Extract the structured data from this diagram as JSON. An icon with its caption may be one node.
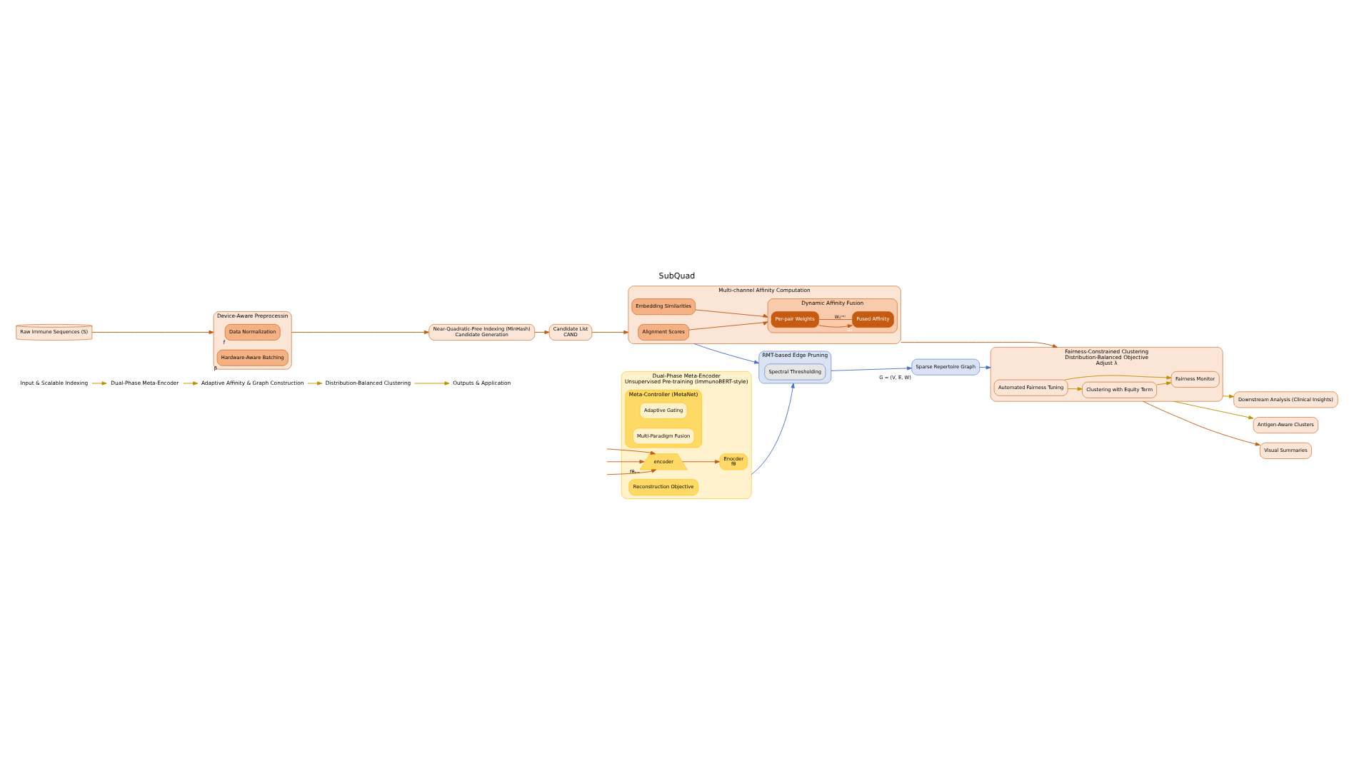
{
  "diagram": {
    "title": "SubQuad",
    "nodes": [
      {
        "text": [
          "Input & Scalable Indexing"
        ]
      },
      {
        "text": [
          "Dual-Phase Meta-Encoder"
        ]
      },
      {
        "text": [
          "Adaptive Affinity & Graph Construction"
        ]
      },
      {
        "text": [
          "Distribution-Balanced Clustering"
        ]
      },
      {
        "text": [
          "Outputs & Application"
        ]
      },
      {
        "text": [
          "Raw Immune Sequences (S)"
        ]
      },
      {
        "text": [
          "Device-Aware Preprocessin"
        ]
      },
      {
        "text": [
          "Data Normalization"
        ],
        "in": 6,
        "beside": [
          "f̂"
        ]
      },
      {
        "text": [
          "Hardware-Aware Batching"
        ],
        "in": 6,
        "beside": [
          "β"
        ]
      },
      {
        "text": [
          "Near-Quadratic-Free Indexing (MinHash)",
          "Candidate Generation"
        ]
      },
      {
        "text": [
          "Candidate List",
          "CAND"
        ]
      },
      {
        "text": [
          "Multi-channel Affinity Computation"
        ]
      },
      {
        "text": [
          "Alignment Scores"
        ],
        "in": 11
      },
      {
        "text": [
          "Embedding Similarities"
        ],
        "in": 11
      },
      {
        "text": [
          "Dynamic Affinity Fusion"
        ],
        "in": 11
      },
      {
        "text": [
          "Per-pair Weights"
        ],
        "in": 14
      },
      {
        "text": [
          "Fused Affinity"
        ],
        "in": 14,
        "beside": [
          "ãᵢⱼ"
        ]
      },
      {
        "text": [
          "Fairness-Constrained Clustering",
          "Distribution-Balanced Objective",
          "Adjust λ"
        ]
      },
      {
        "text": [
          "Clustering with Equity Term"
        ],
        "in": 17
      },
      {
        "text": [
          "Fairness Monitor"
        ],
        "in": 17
      },
      {
        "text": [
          "Automated Fairness Tuning"
        ],
        "in": 17
      },
      {
        "text": [
          "Antigen-Aware Clusters"
        ]
      },
      {
        "text": [
          "Visual Summaries"
        ]
      },
      {
        "text": [
          "Downstream Analysis (Clinical Insights)"
        ]
      },
      {
        "text": [
          "Dual-Phase Meta-Encoder",
          "Unsupervised Pre-training (ImmunoBERT-style)"
        ]
      },
      {
        "text": [
          "Reconstruction Objective"
        ],
        "in": 24
      },
      {
        "text": [
          "encoder"
        ],
        "in": 24,
        "beside": [
          "fθₚᵣₑ"
        ]
      },
      {
        "text": [
          "Enocder",
          "fθ"
        ],
        "in": 24
      },
      {
        "text": [
          "Meta-Controller (MetaNet)"
        ],
        "in": 24
      },
      {
        "text": [
          "Adaptive Gating"
        ],
        "in": 28
      },
      {
        "text": [
          "Multi-Paradigm Fusion"
        ],
        "in": 28
      },
      {
        "text": [
          "RMT-based Edge Pruning"
        ]
      },
      {
        "text": [
          "Spectral Thresholding"
        ],
        "in": 31
      },
      {
        "text": [
          "Sparse Repertoire Graph"
        ],
        "beside": [
          "G = (V, E, W)"
        ]
      }
    ],
    "edges": [
      {
        "from": 0,
        "to": 1,
        "arrow": "to",
        "color": "#bf9000"
      },
      {
        "from": 1,
        "to": 2,
        "arrow": "to",
        "color": "#bf9000"
      },
      {
        "from": 2,
        "to": 3,
        "arrow": "to",
        "color": "#bf9000"
      },
      {
        "from": 3,
        "to": 4,
        "arrow": "to",
        "color": "#bf9000"
      },
      {
        "from": 5,
        "to": 6,
        "arrow": "to"
      },
      {
        "from": 6,
        "to": 9,
        "arrow": "to"
      },
      {
        "from": 9,
        "to": 10,
        "arrow": "to"
      },
      {
        "from": 10,
        "to": 11,
        "arrow": "to"
      },
      {
        "from": 12,
        "to": 14,
        "arrow": "to"
      },
      {
        "from": 13,
        "to": 14,
        "arrow": "to"
      },
      {
        "from": 15,
        "to": 16,
        "arrow": "to"
      },
      {
        "from": 16,
        "to": 15,
        "arrow": "none",
        "label": "Wᵢⱼ⁽ᵐ⁾"
      },
      {
        "from": 11,
        "to": 17,
        "arrow": "to"
      },
      {
        "from": 20,
        "to": 18,
        "arrow": "to",
        "color": "#bf9000"
      },
      {
        "from": 20,
        "to": 19,
        "arrow": "to",
        "color": "#bf9000"
      },
      {
        "from": 18,
        "to": 19,
        "arrow": "to",
        "color": "#bf9000"
      },
      {
        "from": 17,
        "to": 22,
        "arrow": "to"
      },
      {
        "from": 17,
        "to": 21,
        "arrow": "to",
        "color": "#bf9000"
      },
      {
        "from": 17,
        "to": 23,
        "arrow": "to",
        "color": "#bf9000"
      },
      {
        "from": null,
        "to": 26,
        "arrow": "to"
      },
      {
        "from": null,
        "to": 26,
        "arrow": "to"
      },
      {
        "from": null,
        "to": 26,
        "arrow": "to"
      },
      {
        "from": 26,
        "to": 27,
        "arrow": "to"
      },
      {
        "from": 11,
        "to": 31,
        "arrow": "to",
        "color": "#4472c4"
      },
      {
        "from": 24,
        "to": 31,
        "arrow": "to",
        "color": "#4472c4"
      },
      {
        "from": 31,
        "to": 33,
        "arrow": "to",
        "color": "#4472c4"
      },
      {
        "from": 33,
        "to": 17,
        "arrow": "to",
        "color": "#4472c4"
      }
    ]
  }
}
